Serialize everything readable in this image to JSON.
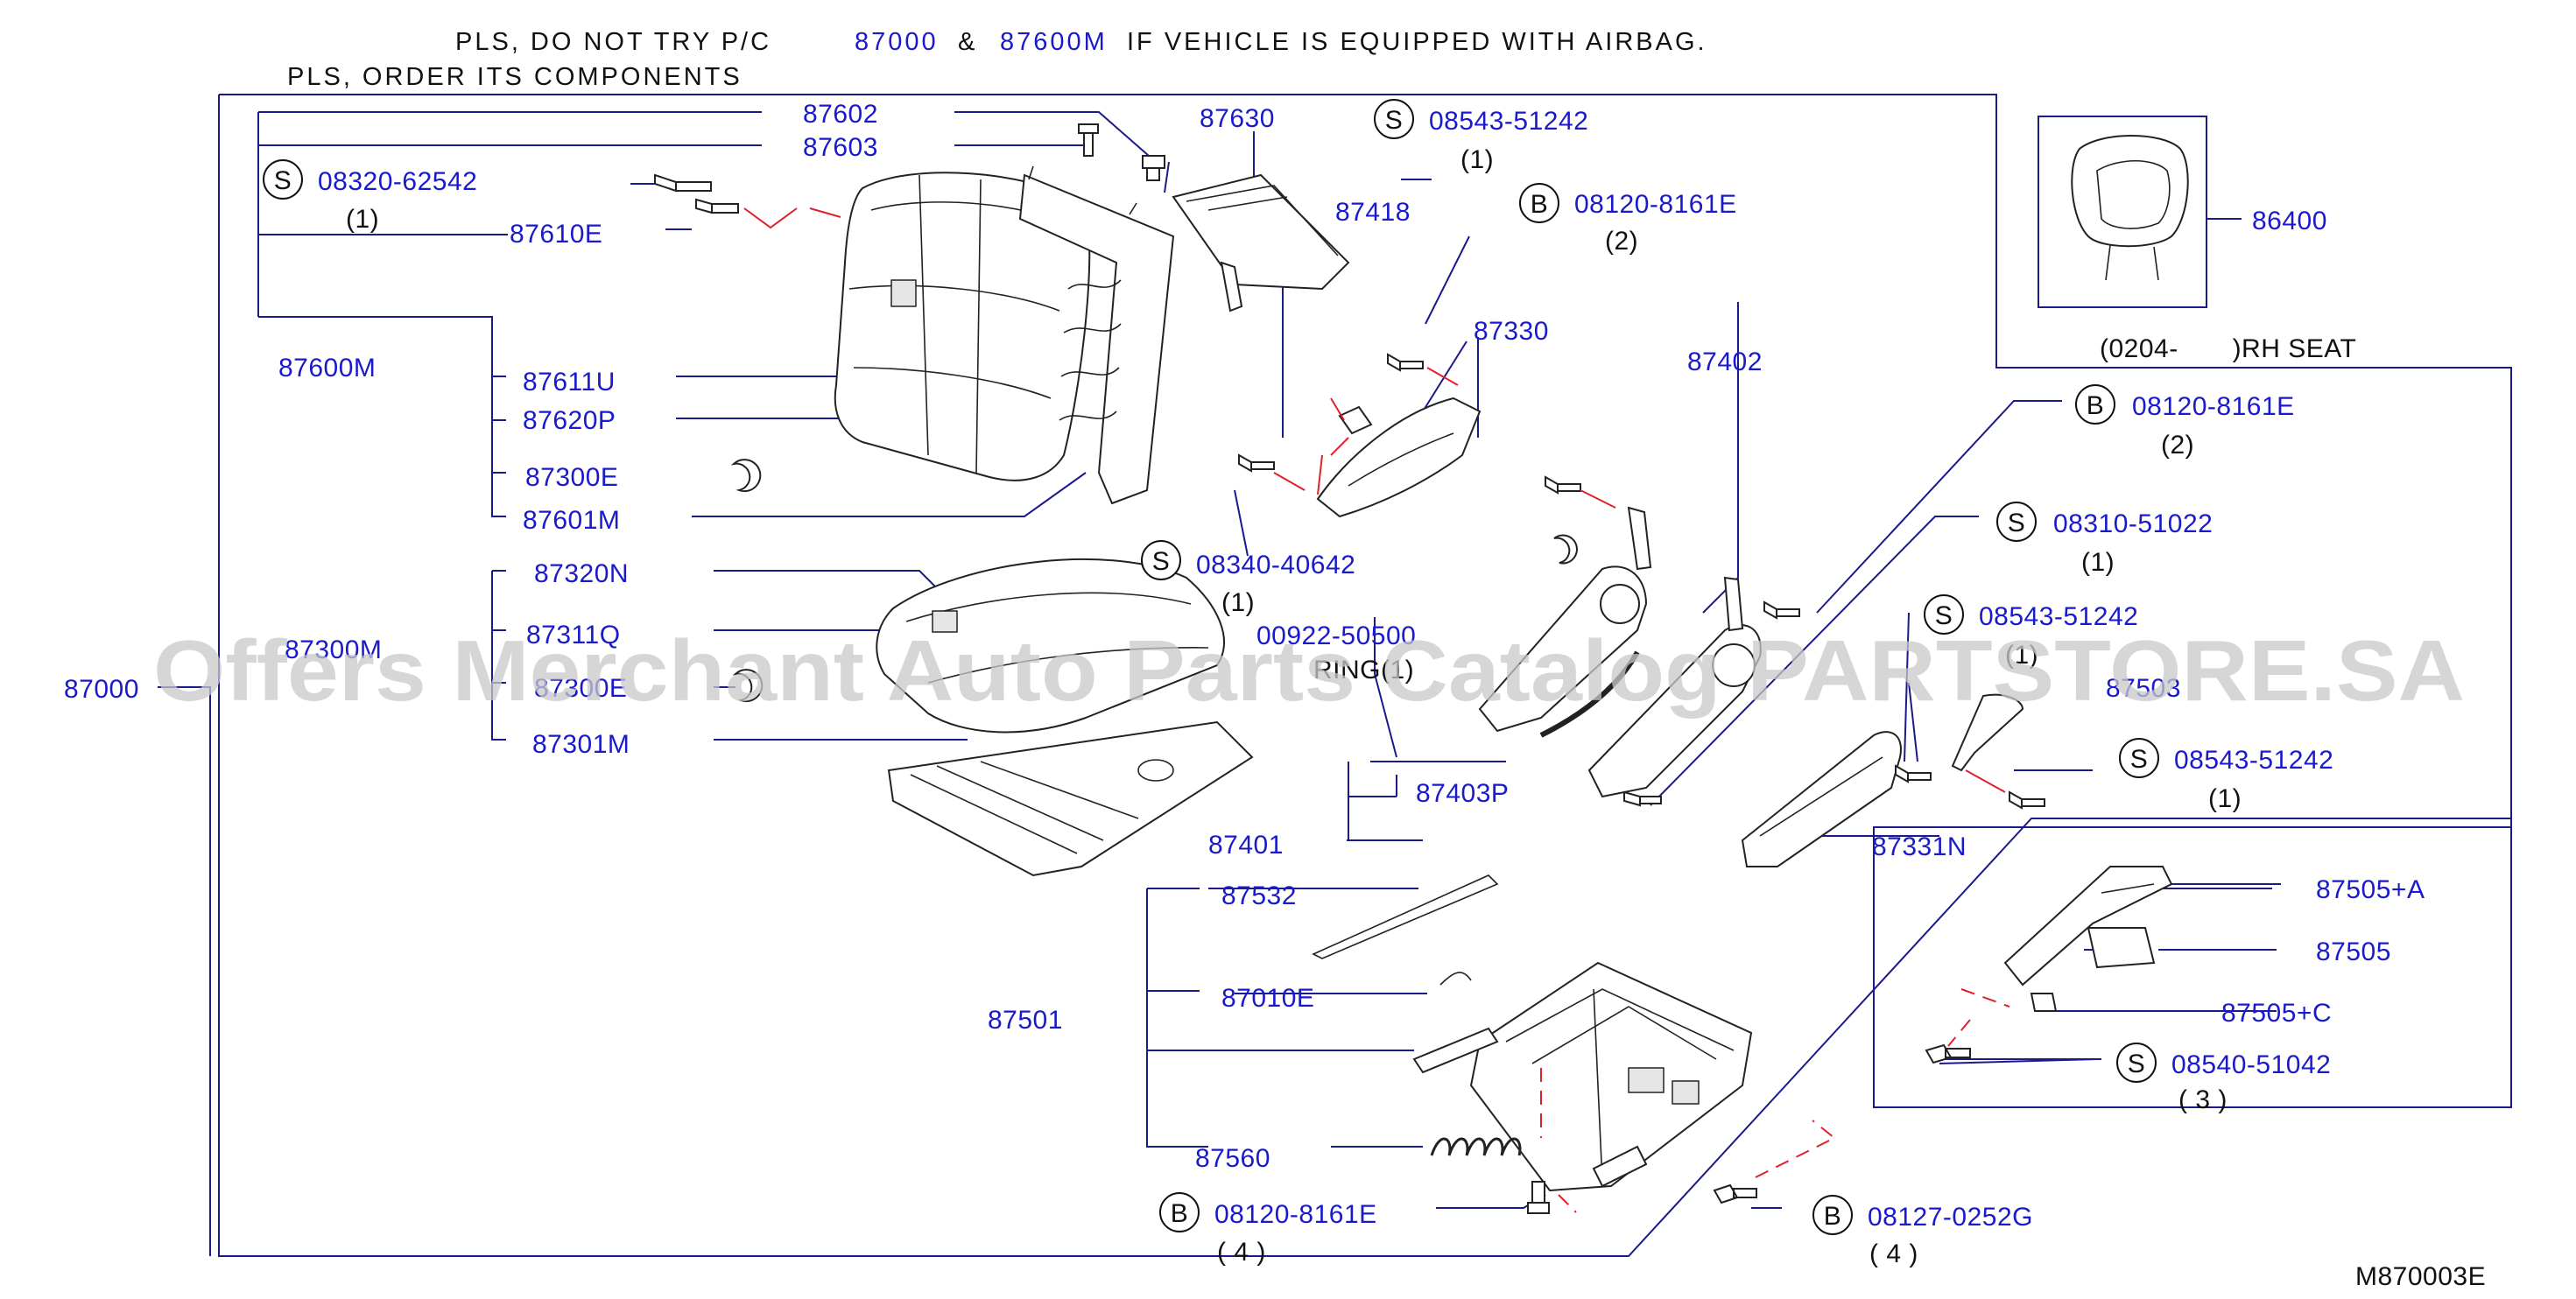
{
  "notes": {
    "line1_a": "PLS, DO NOT TRY P/C",
    "line1_b": "87000",
    "line1_c": "&",
    "line1_d": "87600M",
    "line1_e": "IF VEHICLE IS EQUIPPED WITH AIRBAG.",
    "line2": "PLS, ORDER ITS COMPONENTS"
  },
  "labels": {
    "p87602": "87602",
    "p87603": "87603",
    "p87630": "87630",
    "s08543_top": "08543-51242",
    "q1_a": "(1)",
    "s08320": "08320-62542",
    "q1_b": "(1)",
    "p87610E": "87610E",
    "p87418": "87418",
    "b08120_top": "08120-8161E",
    "q2_a": "(2)",
    "p87330": "87330",
    "p87600M": "87600M",
    "p87611U": "87611U",
    "p87620P": "87620P",
    "p87300E": "87300E",
    "p87601M": "87601M",
    "p87402": "87402",
    "s08340": "08340-40642",
    "q1_c": "(1)",
    "p87320N": "87320N",
    "p87300M": "87300M",
    "p87311Q": "87311Q",
    "p87000": "87000",
    "p87300E_2": "87300E",
    "p87301M": "87301M",
    "p00922": "00922-50500",
    "ring": "RING(1)",
    "p87403P": "87403P",
    "p87401": "87401",
    "rh_seat": "(0204-       )RH SEAT",
    "b08120_right": "08120-8161E",
    "q2_b": "(2)",
    "s08310": "08310-51022",
    "q1_d": "(1)",
    "s08543_mid": "08543-51242",
    "q1_e": "(1)",
    "p87503": "87503",
    "s08543_low": "08543-51242",
    "q1_f": "(1)",
    "p87331N": "87331N",
    "p86400": "86400",
    "p87532": "87532",
    "p87501": "87501",
    "p87010E": "87010E",
    "p87560": "87560",
    "b08120_bottom": "08120-8161E",
    "q4_a": "( 4 )",
    "b08127": "08127-0252G",
    "q4_b": "( 4 )",
    "p87505A": "87505+A",
    "p87505": "87505",
    "p87505C": "87505+C",
    "s08540": "08540-51042",
    "q3": "( 3 )",
    "diagram_id": "M870003E",
    "letter_S": "S",
    "letter_B": "B"
  },
  "watermark": "Offers Merchant Auto Parts Catalog PARTSTORE.SA",
  "colors": {
    "part_number": "#1a1acc",
    "text": "#111111",
    "leader": "#1a1a8a",
    "centerline": "#e0202a",
    "watermark": "#c9c9c9"
  }
}
